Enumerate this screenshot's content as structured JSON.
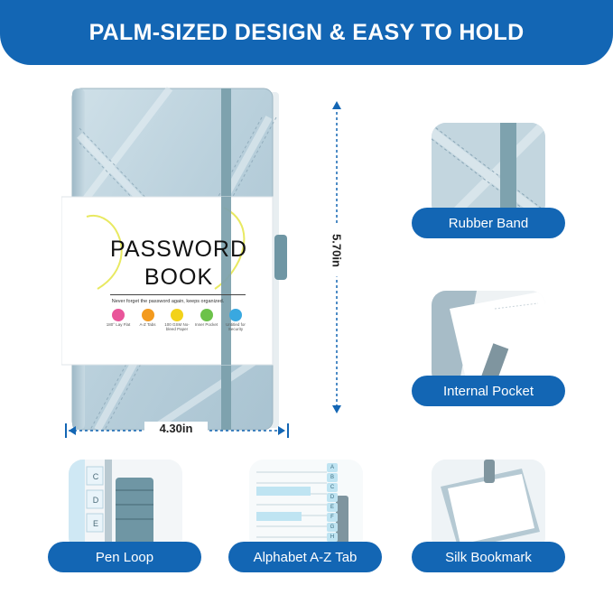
{
  "banner": {
    "title": "PALM-SIZED DESIGN & EASY TO HOLD",
    "color": "#1366b4"
  },
  "book": {
    "title_line1": "PASSWORD",
    "title_line2": "BOOK",
    "tagline": "Never forget the password again, keeps organized.",
    "features": [
      {
        "icon": "lay-flat-icon",
        "label": "180° Lay Flat",
        "color": "#e9559a"
      },
      {
        "icon": "az-tabs-icon",
        "label": "A-Z Tabs",
        "color": "#f39a1e"
      },
      {
        "icon": "paper-icon",
        "label": "100 GSM No-bleed Paper",
        "color": "#f2d21a"
      },
      {
        "icon": "pocket-icon",
        "label": "Inner Pocket",
        "color": "#6cc24a"
      },
      {
        "icon": "lock-icon",
        "label": "Untitled for Security",
        "color": "#39a8e0"
      }
    ]
  },
  "dimensions": {
    "height": "5.70in",
    "width": "4.30in"
  },
  "feature_cards": {
    "rubber_band": "Rubber Band",
    "internal_pocket": "Internal Pocket",
    "pen_loop": "Pen Loop",
    "alphabet_tab": "Alphabet A-Z Tab",
    "silk_bookmark": "Silk Bookmark"
  },
  "pen_loop_tabs": [
    "C",
    "D",
    "E"
  ],
  "alphabet_tabs": [
    "A",
    "B",
    "C",
    "D",
    "E",
    "F",
    "G",
    "H"
  ]
}
